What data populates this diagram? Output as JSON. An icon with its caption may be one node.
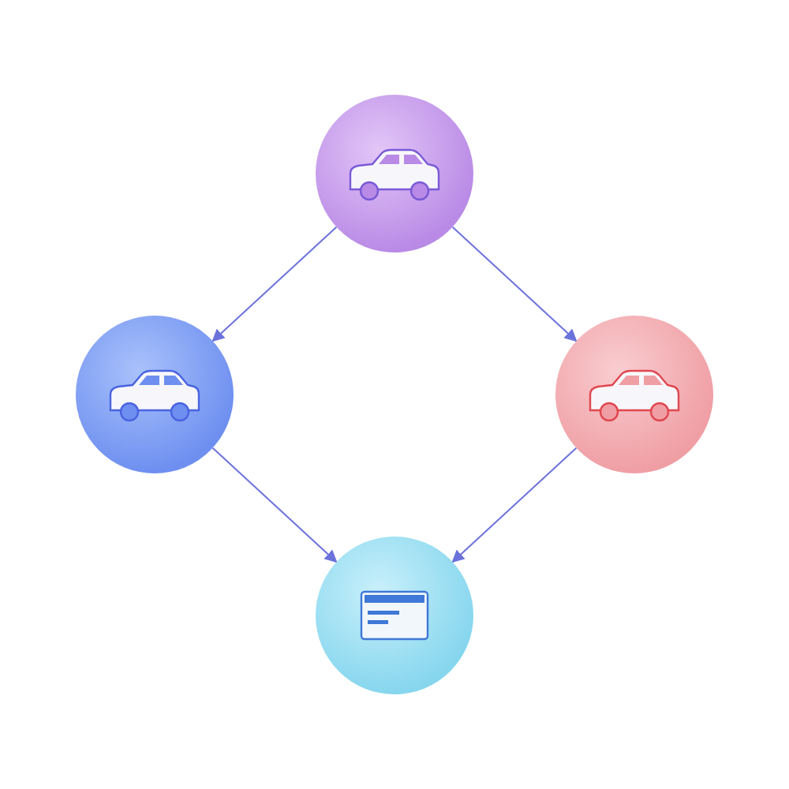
{
  "diagram": {
    "nodes": [
      {
        "text": [],
        "shape": "circle"
      },
      {
        "text": [],
        "shape": "circle"
      },
      {
        "text": [],
        "shape": "circle"
      },
      {
        "text": [],
        "shape": "circle"
      }
    ],
    "edges": [
      {
        "from": 0,
        "to": 1,
        "arrow": "to"
      },
      {
        "from": 0,
        "to": 2,
        "arrow": "to"
      },
      {
        "from": 1,
        "to": 3,
        "arrow": "to"
      },
      {
        "from": 2,
        "to": 3,
        "arrow": "to"
      }
    ]
  }
}
